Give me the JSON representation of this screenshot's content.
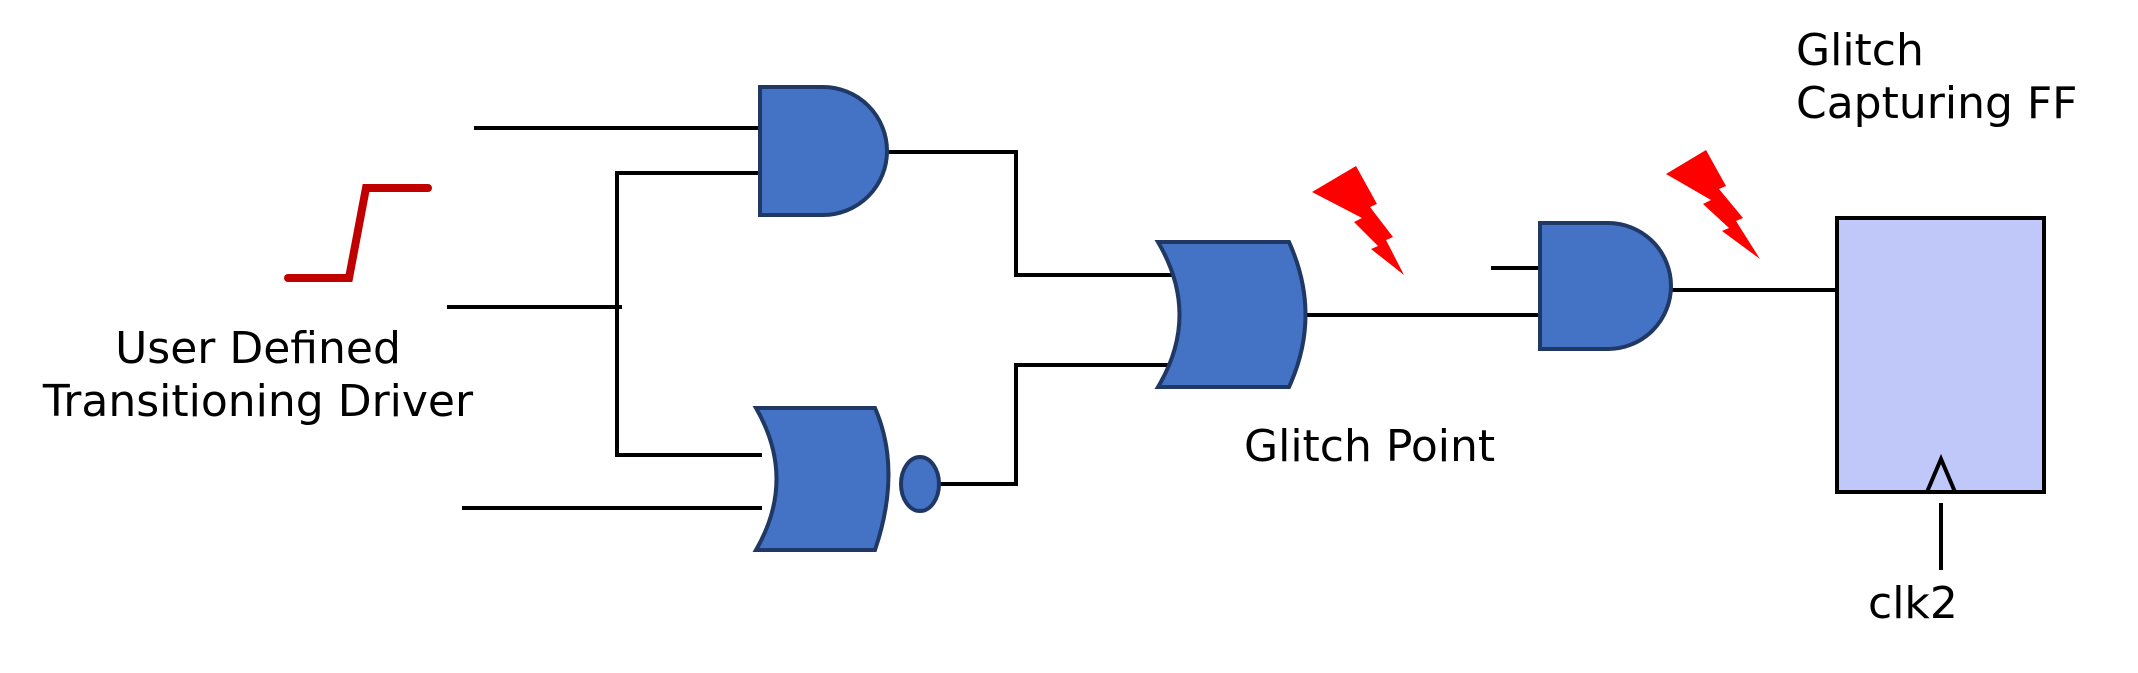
{
  "labels": {
    "driver_line1": "User Defined",
    "driver_line2": "Transitioning Driver",
    "glitch_point": "Glitch Point",
    "ff_line1": "Glitch",
    "ff_line2": "Capturing FF",
    "clk": "clk2"
  },
  "colors": {
    "gate_fill": "#4472c4",
    "gate_stroke": "#1f3864",
    "wire": "#000000",
    "driver_step": "#c00000",
    "lightning": "#ff0000",
    "ff_fill": "#c0c8fa",
    "ff_stroke": "#000000"
  },
  "components": {
    "gate_top": "and-gate",
    "gate_bottom": "nor-gate",
    "gate_middle": "or-gate",
    "gate_right": "and-gate",
    "flip_flop": "d-flip-flop",
    "glitch_markers": [
      "lightning-icon",
      "lightning-icon"
    ]
  }
}
